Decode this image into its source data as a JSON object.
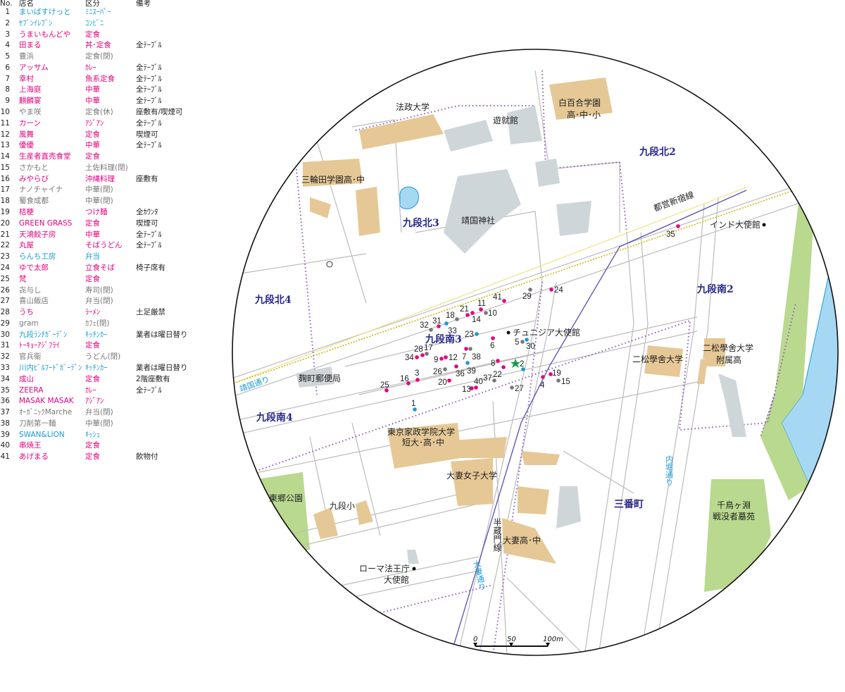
{
  "colors": {
    "open": "#e4007f",
    "closed": "#777777",
    "takeout": "#1a9ad6",
    "district": "#2a2a8a",
    "building": "#e6c896",
    "facility": "#cfd6da",
    "park": "#b9d98f",
    "water": "#a6d8f3",
    "boundary": "#8e5bb5"
  },
  "header": {
    "no": "No.",
    "name": "店名",
    "category": "区分",
    "note": "備考"
  },
  "shops": [
    {
      "no": "1",
      "name": "まいばすけっと",
      "category": "ﾐﾆｽｰﾊﾟｰ",
      "note": "",
      "status": "takeout"
    },
    {
      "no": "2",
      "name": "ｾﾌﾞﾝｲﾚﾌﾞﾝ",
      "category": "ｺﾝﾋﾞﾆ",
      "note": "",
      "status": "takeout"
    },
    {
      "no": "3",
      "name": "うまいもんどや",
      "category": "定食",
      "note": "",
      "status": "open"
    },
    {
      "no": "4",
      "name": "田まる",
      "category": "丼･定食",
      "note": "全ﾃｰﾌﾞﾙ",
      "status": "open"
    },
    {
      "no": "5",
      "name": "豊浜",
      "category": "定食(閉)",
      "note": "",
      "status": "closed"
    },
    {
      "no": "6",
      "name": "アッサム",
      "category": "ｶﾚｰ",
      "note": "全ﾃｰﾌﾞﾙ",
      "status": "open"
    },
    {
      "no": "7",
      "name": "幸村",
      "category": "魚系定食",
      "note": "全ﾃｰﾌﾞﾙ",
      "status": "open"
    },
    {
      "no": "8",
      "name": "上海庭",
      "category": "中華",
      "note": "全ﾃｰﾌﾞﾙ",
      "status": "open"
    },
    {
      "no": "9",
      "name": "麒麟宴",
      "category": "中華",
      "note": "全ﾃｰﾌﾞﾙ",
      "status": "open"
    },
    {
      "no": "10",
      "name": "やま咲",
      "category": "定食(休)",
      "note": "座敷有/喫煙可",
      "status": "closed"
    },
    {
      "no": "11",
      "name": "カーン",
      "category": "ｱｼﾞｱﾝ",
      "note": "全ﾃｰﾌﾞﾙ",
      "status": "open"
    },
    {
      "no": "12",
      "name": "風舞",
      "category": "定食",
      "note": "喫煙可",
      "status": "open"
    },
    {
      "no": "13",
      "name": "優優",
      "category": "中華",
      "note": "全ﾃｰﾌﾞﾙ",
      "status": "open"
    },
    {
      "no": "14",
      "name": "生産者直売食堂",
      "category": "定食",
      "note": "",
      "status": "open"
    },
    {
      "no": "15",
      "name": "さかもと",
      "category": "土佐料理(閉)",
      "note": "",
      "status": "closed"
    },
    {
      "no": "16",
      "name": "みやらび",
      "category": "沖縄料理",
      "note": "座敷有",
      "status": "open"
    },
    {
      "no": "17",
      "name": "ナノチャイナ",
      "category": "中華(閉)",
      "note": "",
      "status": "closed"
    },
    {
      "no": "18",
      "name": "蜀食成都",
      "category": "中華(閉)",
      "note": "",
      "status": "closed"
    },
    {
      "no": "19",
      "name": "桔梗",
      "category": "つけ麺",
      "note": "全ｶｳﾝﾀ",
      "status": "open"
    },
    {
      "no": "20",
      "name": "GREEN GRASS",
      "category": "定食",
      "note": "喫煙可",
      "status": "open"
    },
    {
      "no": "21",
      "name": "天鴻餃子房",
      "category": "中華",
      "note": "全ﾃｰﾌﾞﾙ",
      "status": "open"
    },
    {
      "no": "22",
      "name": "丸屋",
      "category": "そばうどん",
      "note": "全ﾃｰﾌﾞﾙ",
      "status": "open"
    },
    {
      "no": "23",
      "name": "らんち工房",
      "category": "弁当",
      "note": "",
      "status": "takeout"
    },
    {
      "no": "24",
      "name": "ゆで太郎",
      "category": "立食そば",
      "note": "椅子席有",
      "status": "open"
    },
    {
      "no": "25",
      "name": "梵",
      "category": "定食",
      "note": "",
      "status": "open"
    },
    {
      "no": "26",
      "name": "㐂与し",
      "category": "寿司(閉)",
      "note": "",
      "status": "closed"
    },
    {
      "no": "27",
      "name": "喜山飯店",
      "category": "弁当(閉)",
      "note": "",
      "status": "closed"
    },
    {
      "no": "28",
      "name": "うち",
      "category": "ﾗｰﾒﾝ",
      "note": "土足厳禁",
      "status": "open"
    },
    {
      "no": "29",
      "name": "gram",
      "category": "ｶﾌｪ(閉)",
      "note": "",
      "status": "closed"
    },
    {
      "no": "30",
      "name": "九段ﾗﾝﾁｶﾞｰﾃﾞﾝ",
      "category": "ｷｯﾁﾝｶｰ",
      "note": "業者は曜日替り",
      "status": "takeout"
    },
    {
      "no": "31",
      "name": "ﾄｰｷｮｰｱｼﾞﾌﾗｲ",
      "category": "定食",
      "note": "",
      "status": "open"
    },
    {
      "no": "32",
      "name": "官兵衛",
      "category": "うどん(閉)",
      "note": "",
      "status": "closed"
    },
    {
      "no": "33",
      "name": "川内ﾋﾞﾙﾌｰﾄﾞｶﾞｰﾃﾞﾝ",
      "category": "ｷｯﾁﾝｶｰ",
      "note": "業者は曜日替り",
      "status": "takeout"
    },
    {
      "no": "34",
      "name": "成山",
      "category": "定食",
      "note": "2階座敷有",
      "status": "open"
    },
    {
      "no": "35",
      "name": "ZEERA",
      "category": "ｶﾚｰ",
      "note": "全ﾃｰﾌﾞﾙ",
      "status": "open"
    },
    {
      "no": "36",
      "name": "MASAK MASAK",
      "category": "ｱｼﾞｱﾝ",
      "note": "",
      "status": "open"
    },
    {
      "no": "37",
      "name": "ｵｰｶﾞﾆｯｸMarche",
      "category": "弁当(閉)",
      "note": "",
      "status": "closed"
    },
    {
      "no": "38",
      "name": "刀削第一麺",
      "category": "中華(閉)",
      "note": "",
      "status": "closed"
    },
    {
      "no": "39",
      "name": "SWAN&LION",
      "category": "ｷｯｼｭ",
      "note": "",
      "status": "takeout"
    },
    {
      "no": "40",
      "name": "串焼王",
      "category": "定食",
      "note": "",
      "status": "open"
    },
    {
      "no": "41",
      "name": "あげまる",
      "category": "定食",
      "note": "飲物付",
      "status": "open"
    }
  ],
  "map": {
    "places": {
      "hosei": "法政大学",
      "yushukan": "遊就館",
      "shirayuri1": "白百合学園",
      "shirayuri2": "高･中･小",
      "miwada": "三輪田学園高･中",
      "yasukuni": "靖国神社",
      "india": "インド大使館",
      "tunisia": "チュニジア大使館",
      "nisho": "二松學舍大学",
      "nishofuzoku1": "二松學舍大学",
      "nishofuzoku2": "附属高",
      "post": "麹町郵便局",
      "kasei1": "東京家政学院大学",
      "kasei2": "短大･高･中",
      "otsuma": "大妻女子大学",
      "togo": "東郷公園",
      "kudansho": "九段小",
      "chidori1": "千鳥ヶ淵",
      "chidori2": "戦没者墓苑",
      "otsumahs": "大妻高･中",
      "rome1": "ローマ法王庁",
      "rome2": "大使館"
    },
    "districts": {
      "kk2": "九段北2",
      "kk3": "九段北3",
      "kk4": "九段北4",
      "kms2": "九段南2",
      "kms3": "九段南3",
      "kms4": "九段南4",
      "sanban": "三番町"
    },
    "roads": {
      "yasukuni": "靖国通り",
      "uchibori": "内堀通り",
      "otsuma": "大妻通り"
    },
    "rail": {
      "shinjuku": "都営新宿線",
      "hanzomon": "半蔵門線"
    },
    "scale": {
      "zero": "0",
      "mid": "50",
      "max": "100m"
    }
  }
}
